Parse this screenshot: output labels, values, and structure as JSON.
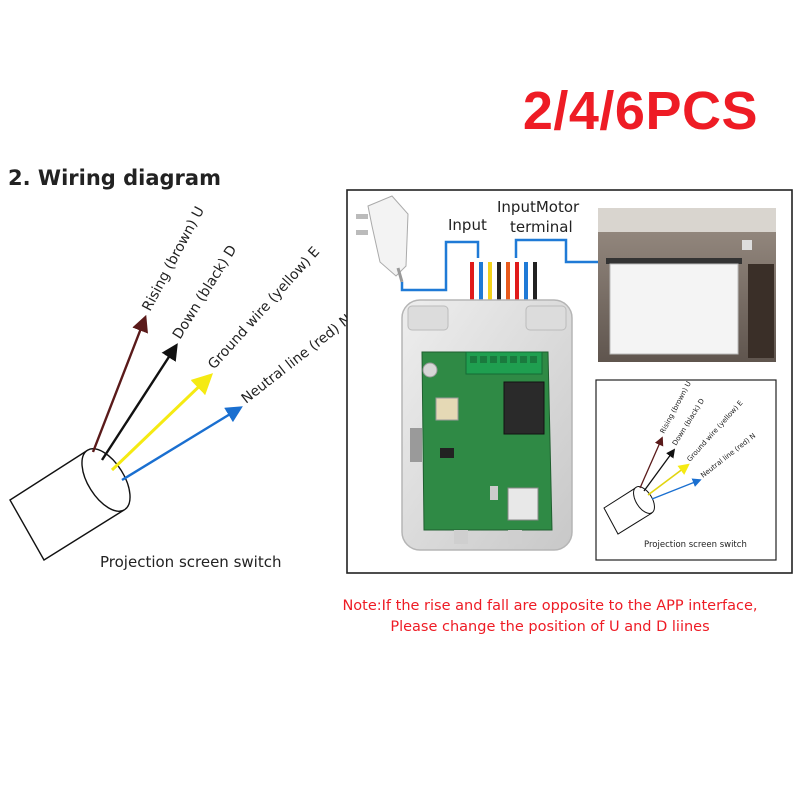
{
  "badge": "2/4/6PCS",
  "section_title": "2. Wiring diagram",
  "wires": [
    {
      "label": "Rising (brown) U",
      "color": "#5a1a1a"
    },
    {
      "label": "Down (black) D",
      "color": "#111111"
    },
    {
      "label": "Ground wire (yellow) E",
      "color": "#f5ea12"
    },
    {
      "label": "Neutral line (red) N",
      "color": "#1a6fd0"
    }
  ],
  "switch_label": "Projection screen switch",
  "terminals": {
    "input": "Input",
    "motor_line1": "InputMotor",
    "motor_line2": "terminal"
  },
  "note": {
    "line1": "Note:If the rise and fall are opposite to the APP interface,",
    "line2": "Please change the position of U and D liines"
  }
}
